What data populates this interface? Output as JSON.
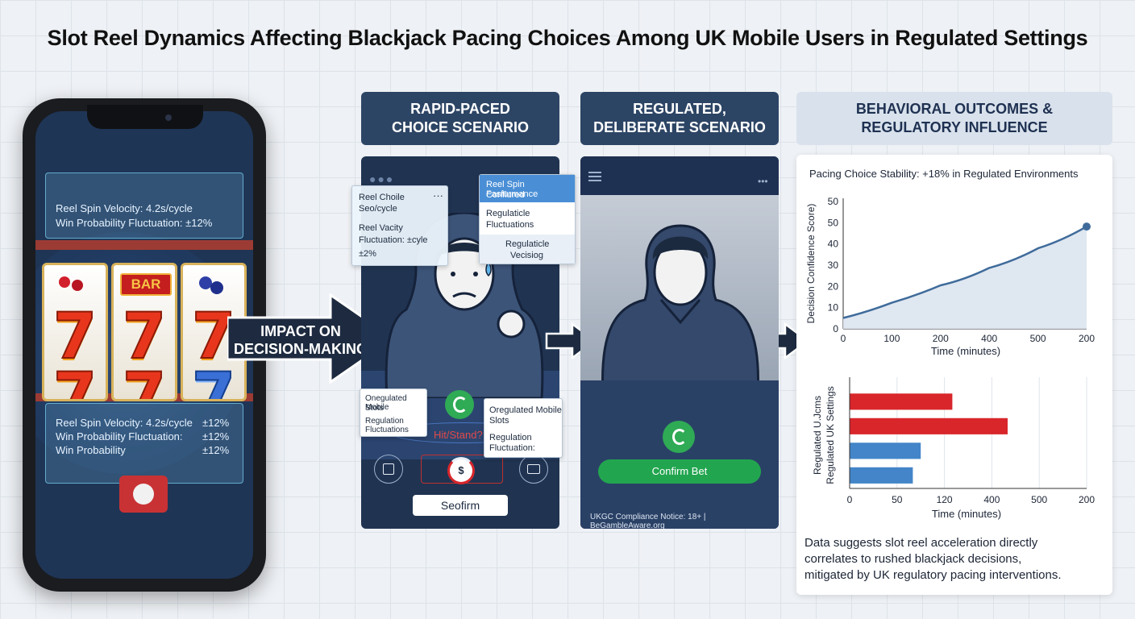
{
  "title": "Slot Reel Dynamics Affecting Blackjack Pacing Choices Among UK Mobile Users in Regulated Settings",
  "phone": {
    "hud_top": [
      "Reel Spin Velocity: 4.2s/cycle",
      "Win Probability Fluctuation: ±12%"
    ],
    "reel_top_symbols": [
      "cherry",
      "BAR",
      "blueberry"
    ],
    "bar_label": "BAR",
    "seven": "7",
    "hud_bottom_rows": [
      {
        "label": "Reel Spin Velocity: 4.2s/cycle",
        "value": "±12%"
      },
      {
        "label": "Win Probability Fluctuation:",
        "value": "±12%"
      },
      {
        "label": "Win Probability",
        "value": "±12%"
      }
    ]
  },
  "impact_label": [
    "IMPACT ON",
    "DECISION-MAKING"
  ],
  "rapid": {
    "header": [
      "RAPID-PACED",
      "CHOICE SCENARIO"
    ],
    "card_left": {
      "lines": [
        "Reel Choile",
        "Seo/cycle",
        "Reel Vacity",
        "Fluctuation: ±cyle",
        "±2%"
      ],
      "more": "···"
    },
    "card_right": {
      "lines": [
        "Reel Spin Fasfurmance",
        "Conflured",
        "Regulaticle",
        "Fluctuations",
        "Regulaticle",
        "Vecisiog"
      ]
    },
    "card_bl": {
      "lines": [
        "Onegulated Mobile",
        "Stots",
        "Regulation",
        "Fluctuations"
      ]
    },
    "card_br": {
      "lines": [
        "Oregulated Mobile",
        "Slots",
        "Regulation",
        "Fluctuation:"
      ]
    },
    "hitstand": "Hit/Stand?",
    "timer": "$",
    "confirm": "Seofirm"
  },
  "regulated": {
    "header": [
      "REGULATED,",
      "DELIBERATE SCENARIO"
    ],
    "confirm_bet": "Confirm Bet",
    "notice": "UKGC Compliance Notice: 18+ | BeGambleAware.org"
  },
  "outcomes": {
    "header": [
      "BEHAVIORAL OUTCOMES &",
      "REGULATORY INFLUENCE"
    ],
    "summary": [
      "Data suggests slot reel acceleration directly",
      "correlates to rushed blackjack decisions,",
      "mitigated by UK regulatory pacing interventions."
    ]
  },
  "colors": {
    "navy": "#2d4565",
    "dark": "#1f3152",
    "green": "#2faa55",
    "red": "#d8262b",
    "blue": "#4385c8",
    "line": "#3f6b9a"
  },
  "chart_data": [
    {
      "type": "area",
      "title": "Pacing Choice Stability: +18% in Regulated Environments",
      "xlabel": "Time (minutes)",
      "ylabel": "Decision Confidence Score)",
      "x_ticks": [
        "0",
        "100",
        "200",
        "400",
        "500",
        "200"
      ],
      "y_ticks": [
        "0",
        "10",
        "20",
        "30",
        "40",
        "50",
        "50"
      ],
      "points": [
        {
          "x": 0,
          "y": 5
        },
        {
          "x": 1,
          "y": 12
        },
        {
          "x": 2,
          "y": 20
        },
        {
          "x": 3,
          "y": 28
        },
        {
          "x": 4,
          "y": 37
        },
        {
          "x": 5,
          "y": 47
        }
      ],
      "ylim": [
        0,
        60
      ]
    },
    {
      "type": "bar",
      "orientation": "horizontal",
      "xlabel": "Time (minutes)",
      "ylabel": [
        "Regulated U.Jcms",
        "Regulated UK Settings"
      ],
      "x_ticks": [
        "0",
        "50",
        "120",
        "400",
        "500",
        "200"
      ],
      "bars": [
        {
          "value": 2.6,
          "color": "#d8262b"
        },
        {
          "value": 4.0,
          "color": "#d8262b"
        },
        {
          "value": 1.8,
          "color": "#4385c8"
        },
        {
          "value": 1.6,
          "color": "#4385c8"
        }
      ],
      "xlim": [
        0,
        6
      ]
    }
  ]
}
